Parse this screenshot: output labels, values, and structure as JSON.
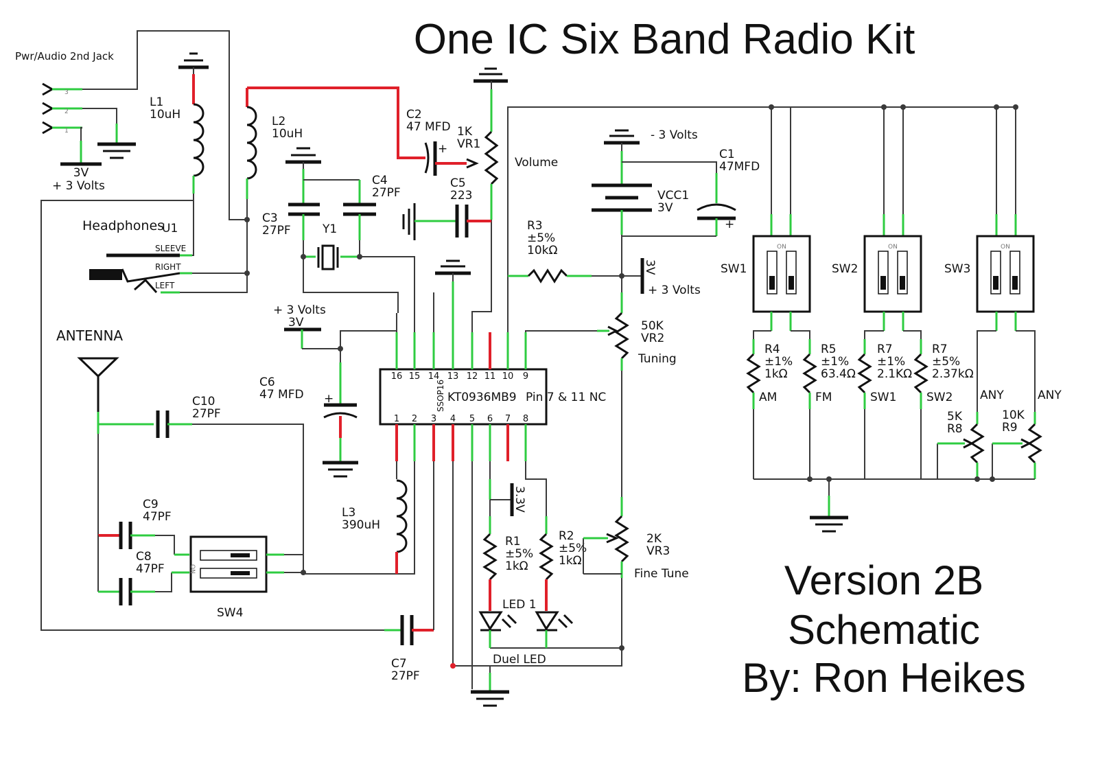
{
  "title": "One IC Six Band Radio Kit",
  "version": {
    "line1": "Version 2B",
    "line2": "Schematic",
    "line3": "By: Ron Heikes"
  },
  "jack": {
    "label": "Pwr/Audio 2nd Jack",
    "pins": [
      "3",
      "2",
      "1"
    ],
    "v_name": "3V",
    "v_label": "+ 3 Volts"
  },
  "l1": {
    "name": "L1",
    "value": "10uH"
  },
  "l2": {
    "name": "L2",
    "value": "10uH"
  },
  "l3": {
    "name": "L3",
    "value": "390uH"
  },
  "c1": {
    "name": "C1",
    "value": "47MFD"
  },
  "c2": {
    "name": "C2",
    "value": "47 MFD"
  },
  "c3": {
    "name": "C3",
    "value": "27PF"
  },
  "c4": {
    "name": "C4",
    "value": "27PF"
  },
  "c5": {
    "name": "C5",
    "value": "223"
  },
  "c6": {
    "name": "C6",
    "value": "47 MFD"
  },
  "c7": {
    "name": "C7",
    "value": "27PF"
  },
  "c8": {
    "name": "C8",
    "value": "47PF"
  },
  "c9": {
    "name": "C9",
    "value": "47PF"
  },
  "c10": {
    "name": "C10",
    "value": "27PF"
  },
  "y1": {
    "name": "Y1"
  },
  "vr1": {
    "value": "1K",
    "name": "VR1",
    "function": "Volume"
  },
  "vr2": {
    "value": "50K",
    "name": "VR2",
    "function": "Tuning"
  },
  "vr3": {
    "value": "2K",
    "name": "VR3",
    "function": "Fine Tune"
  },
  "r1": {
    "name": "R1",
    "tol": "±5%",
    "value": "1kΩ"
  },
  "r2": {
    "name": "R2",
    "tol": "±5%",
    "value": "1kΩ"
  },
  "r3": {
    "name": "R3",
    "tol": "±5%",
    "value": "10kΩ"
  },
  "r4": {
    "name": "R4",
    "tol": "±1%",
    "value": "1kΩ",
    "band": "AM"
  },
  "r5": {
    "name": "R5",
    "tol": "±1%",
    "value": "63.4Ω",
    "band": "FM"
  },
  "r7a": {
    "name": "R7",
    "tol": "±1%",
    "value": "2.1KΩ",
    "band": "SW1"
  },
  "r7b": {
    "name": "R7",
    "tol": "±5%",
    "value": "2.37kΩ",
    "band": "SW2"
  },
  "r8": {
    "value": "5K",
    "name": "R8",
    "band": "ANY"
  },
  "r9": {
    "value": "10K",
    "name": "R9",
    "band": "ANY"
  },
  "vcc1": {
    "name": "VCC1",
    "value": "3V",
    "neg": "- 3 Volts"
  },
  "plus3": {
    "label": "+ 3 Volts",
    "name": "3V"
  },
  "plus3b": {
    "label": "+ 3 Volts",
    "name": "3V"
  },
  "v33": {
    "name": "3.3V"
  },
  "headphones": {
    "label": "Headphones",
    "ref": "U1",
    "sleeve": "SLEEVE",
    "right": "RIGHT",
    "left": "LEFT"
  },
  "antenna": {
    "label": "ANTENNA"
  },
  "ic": {
    "name": "KT0936MB9",
    "package": "SSOP16",
    "note": "Pin 7 & 11 NC",
    "top_pins": [
      "16",
      "15",
      "14",
      "13",
      "12",
      "11",
      "10",
      "9"
    ],
    "bottom_pins": [
      "1",
      "2",
      "3",
      "4",
      "5",
      "6",
      "7",
      "8"
    ]
  },
  "switches": [
    {
      "name": "SW1",
      "on": "ON"
    },
    {
      "name": "SW2",
      "on": "ON"
    },
    {
      "name": "SW3",
      "on": "ON"
    }
  ],
  "sw4": {
    "name": "SW4",
    "on": "ON"
  },
  "led1": {
    "label": "LED 1"
  },
  "duel_led": {
    "label": "Duel LED"
  },
  "colors": {
    "wire": "#3a3a3a",
    "pin_green": "#2ecc40",
    "pin_red": "#e0202a"
  }
}
